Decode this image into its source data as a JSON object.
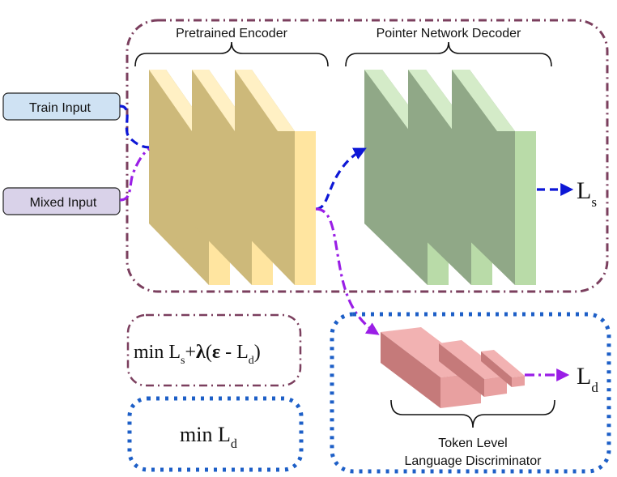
{
  "inputs": {
    "train": "Train Input",
    "mixed": "Mixed Input"
  },
  "encoder": {
    "label": "Pretrained Encoder"
  },
  "decoder": {
    "label": "Pointer Network Decoder"
  },
  "discriminator": {
    "label_line1": "Token Level",
    "label_line2": "Language Discriminator"
  },
  "loss_s": {
    "base": "L",
    "sub": "s"
  },
  "loss_d": {
    "base": "L",
    "sub": "d"
  },
  "objective_1": {
    "min": "min",
    "L1": "L",
    "s": "s",
    "plus": "+",
    "lambda": "λ",
    "open": "(",
    "eps": "ε",
    "minus": " - ",
    "L2": "L",
    "d": "d",
    "close": ")"
  },
  "objective_2": {
    "min": "min",
    "L": "L",
    "d": "d"
  },
  "colors": {
    "encoder_front": "#ffe5a0",
    "encoder_side": "#cdb97a",
    "decoder_front": "#b9dba8",
    "decoder_side": "#90a887",
    "disc_top": "#f2b2b2",
    "disc_side": "#c57a7a",
    "purple_dashdot": "#7b3f5e",
    "blue_dotted": "#1d5fc7",
    "arrow_blue": "#0d17d6",
    "arrow_purple": "#9a1ee6",
    "train_fill": "#cfe2f3",
    "mixed_fill": "#d9d2e9"
  }
}
